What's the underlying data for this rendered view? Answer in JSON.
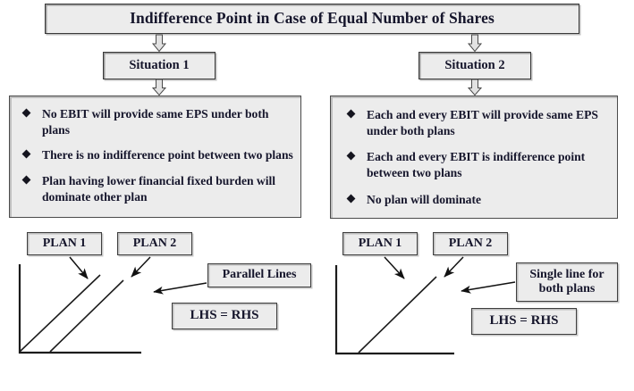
{
  "diagram": {
    "title": "Indifference Point in Case of Equal Number of Shares",
    "branches": [
      {
        "heading": "Situation 1",
        "points": [
          "No EBIT will provide same EPS under both plans",
          "There is no indifference point between two plans",
          "Plan having lower financial fixed burden will dominate other plan"
        ],
        "graph": {
          "plan_labels": [
            "PLAN 1",
            "PLAN 2"
          ],
          "annotation": "Parallel Lines",
          "equation": "LHS = RHS"
        }
      },
      {
        "heading": "Situation 2",
        "points": [
          "Each and every EBIT will provide same EPS under both plans",
          "Each and every EBIT is indifference point between two plans",
          "No plan will dominate"
        ],
        "graph": {
          "plan_labels": [
            "PLAN 1",
            "PLAN 2"
          ],
          "annotation": "Single line for both plans",
          "equation": "LHS = RHS"
        }
      }
    ],
    "colors": {
      "box_fill": "#ececec",
      "box_border": "#3a3a3a",
      "text": "#15152b",
      "line": "#1c1c1c",
      "page_background": "#ffffff"
    },
    "icons": {
      "flow_arrow": "down-block-arrow",
      "bullet": "diamond-bullet",
      "pointer": "arrow-head"
    }
  }
}
